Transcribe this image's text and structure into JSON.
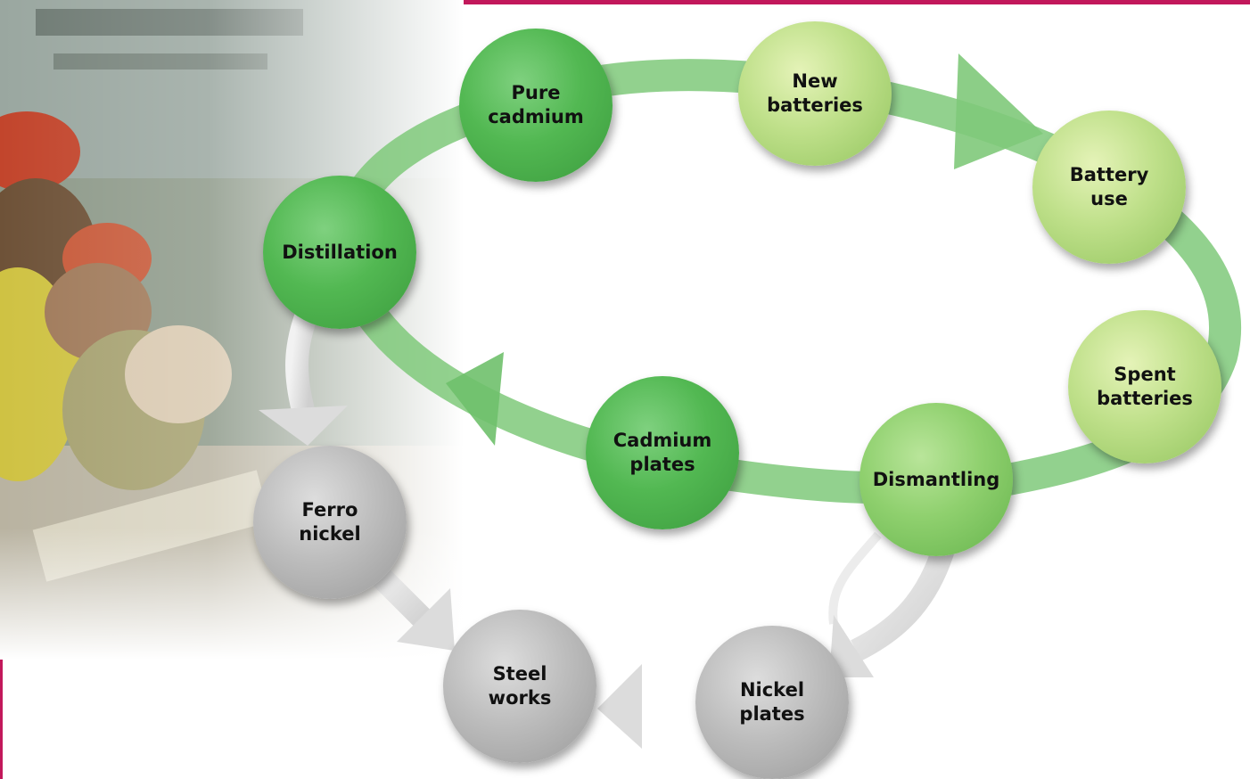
{
  "nodes": {
    "pure_cadmium": "Pure\ncadmium",
    "new_batteries": "New\nbatteries",
    "battery_use": "Battery\nuse",
    "spent_batteries": "Spent\nbatteries",
    "dismantling": "Dismantling",
    "cadmium_plates": "Cadmium\nplates",
    "distillation": "Distillation",
    "ferro_nickel": "Ferro\nnickel",
    "steel_works": "Steel\nworks",
    "nickel_plates": "Nickel\nplates"
  },
  "colors": {
    "cycle_arrow": "#6cc36c",
    "grey_arrow": "#d9d9d9",
    "border_accent": "#c2185b"
  },
  "photo_description_icon": "workers-photo-icon"
}
